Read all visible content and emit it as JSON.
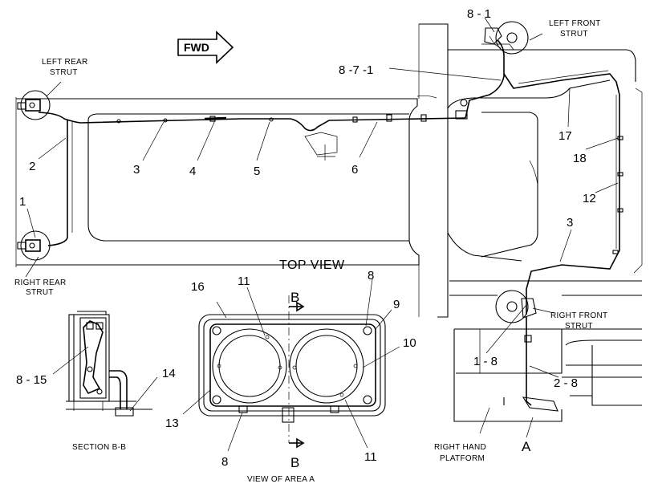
{
  "arrow_label": "FWD",
  "captions": {
    "top_view": "TOP VIEW",
    "left_rear_strut": [
      "LEFT REAR",
      "STRUT"
    ],
    "right_rear_strut": [
      "RIGHT REAR",
      "STRUT"
    ],
    "left_front_strut": [
      "LEFT FRONT",
      "STRUT"
    ],
    "right_front_strut": [
      "RIGHT FRONT",
      "STRUT"
    ],
    "right_hand_platform": [
      "RIGHT HAND",
      "PLATFORM"
    ],
    "section": "SECTION  B-B",
    "view_area": "VIEW OF AREA A"
  },
  "section_markers": {
    "upper": "B",
    "lower": "B",
    "view_marker": "A"
  },
  "callouts": [
    "8 - 1",
    "8 -7 -1",
    "1",
    "2",
    "3",
    "4",
    "5",
    "6",
    "17",
    "18",
    "12",
    "3",
    "16",
    "11",
    "8",
    "9",
    "10",
    "13",
    "8",
    "11",
    "14",
    "8 - 15",
    "1 - 8",
    "2 - 8"
  ]
}
